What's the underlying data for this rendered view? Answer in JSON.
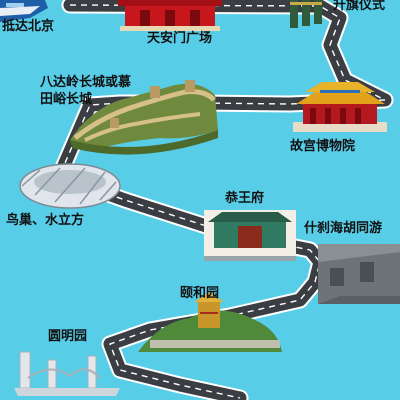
{
  "route": {
    "stops": [
      {
        "id": "arrive",
        "label": "抵达北京",
        "icon": "train-icon"
      },
      {
        "id": "tiananmen",
        "label": "天安门广场",
        "icon": "tiananmen-gate-icon"
      },
      {
        "id": "flag",
        "label": "升旗仪式",
        "icon": "honor-guard-icon"
      },
      {
        "id": "greatwall",
        "label": "八达岭长城或慕田峪长城",
        "icon": "great-wall-icon"
      },
      {
        "id": "palace",
        "label": "故宫博物院",
        "icon": "palace-icon"
      },
      {
        "id": "birdsnest",
        "label": "鸟巢、水立方",
        "icon": "birds-nest-icon"
      },
      {
        "id": "gongwangfu",
        "label": "恭王府",
        "icon": "mansion-gate-icon"
      },
      {
        "id": "shichahai",
        "label": "什刹海胡同游",
        "icon": "hutong-icon"
      },
      {
        "id": "summerpalace",
        "label": "颐和园",
        "icon": "summer-palace-icon"
      },
      {
        "id": "yuanmingyuan",
        "label": "圆明园",
        "icon": "ruins-icon"
      }
    ]
  },
  "colors": {
    "background": "#58cde8",
    "road": "#3a3d42",
    "road_edge": "#ffffff",
    "accent_red": "#c8161d",
    "label_text": "#111111"
  }
}
